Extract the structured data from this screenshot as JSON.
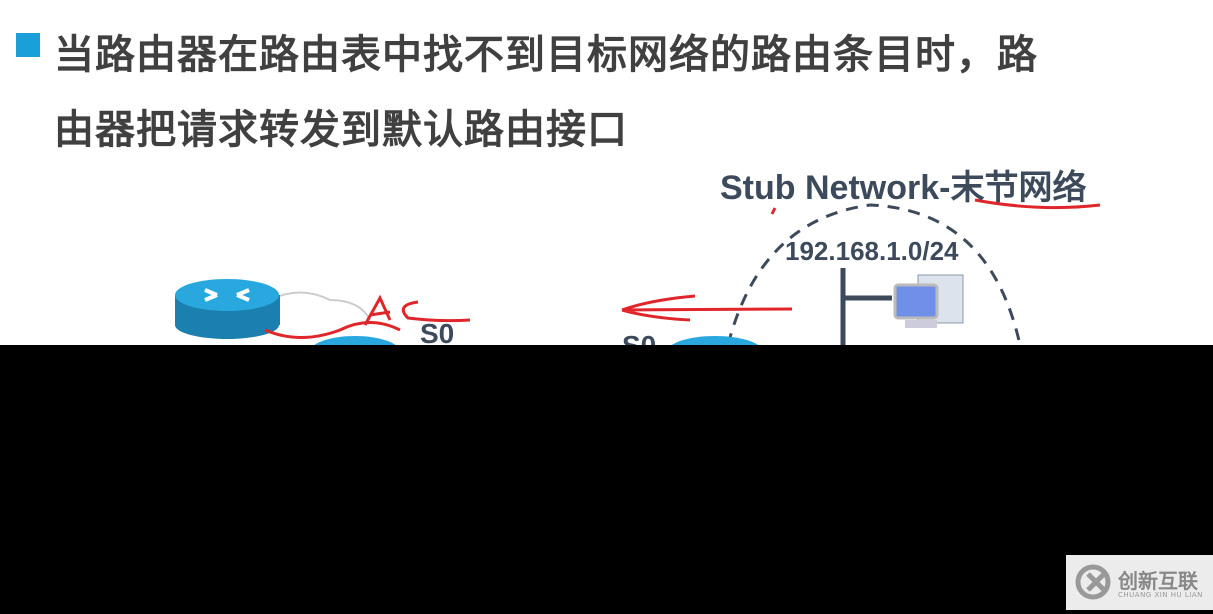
{
  "slide": {
    "bullet_color": "#1a9fd9",
    "text_line1": "当路由器在路由表中找不到目标网络的路由条目时，路",
    "text_line2": "由器把请求转发到默认路由接口",
    "stub_label": "Stub Network-末节网络",
    "network_address": "192.168.1.0/24",
    "interface_left": "S0",
    "interface_right": "S0",
    "annotation": "A"
  },
  "watermark": {
    "name": "创新互联",
    "subtitle": "CHUANG XIN HU LIAN"
  }
}
